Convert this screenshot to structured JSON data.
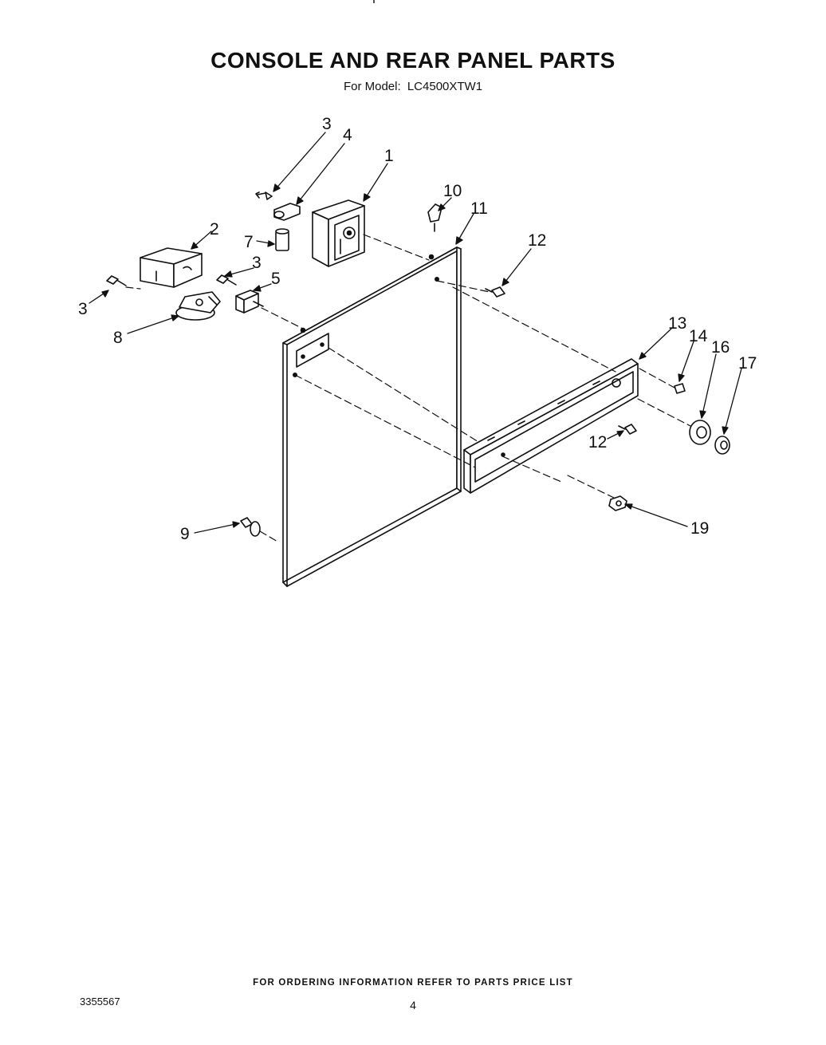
{
  "header": {
    "title": "CONSOLE AND REAR PANEL PARTS",
    "model_prefix": "For Model:",
    "model_number": "LC4500XTW1"
  },
  "callouts": {
    "c1": "1",
    "c2": "2",
    "c3a": "3",
    "c3b": "3",
    "c3c": "3",
    "c4": "4",
    "c5": "5",
    "c7": "7",
    "c8": "8",
    "c9": "9",
    "c10": "10",
    "c11": "11",
    "c12a": "12",
    "c12b": "12",
    "c13": "13",
    "c14": "14",
    "c16": "16",
    "c17": "17",
    "c19": "19"
  },
  "footer": {
    "ordering_note": "FOR ORDERING INFORMATION REFER TO PARTS PRICE LIST",
    "document_number": "3355567",
    "page_number": "4"
  }
}
